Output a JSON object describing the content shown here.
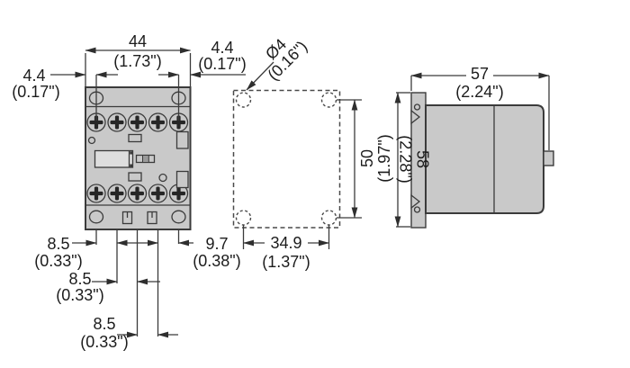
{
  "front_view": {
    "width": {
      "mm": "44",
      "inch": "(1.73\")"
    },
    "offset_left": {
      "mm": "4.4",
      "inch": "(0.17\")"
    },
    "offset_right": {
      "mm": "4.4",
      "inch": "(0.17\")"
    },
    "pitch1": {
      "mm": "8.5",
      "inch": "(0.33\")"
    },
    "pitch2": {
      "mm": "8.5",
      "inch": "(0.33\")"
    },
    "pitch3": {
      "mm": "8.5",
      "inch": "(0.33\")"
    },
    "coil_offset": {
      "mm": "9.7",
      "inch": "(0.38\")"
    }
  },
  "mounting_view": {
    "hole_dia": {
      "mm": "Ø4",
      "inch": "(0.16\")"
    },
    "hole_pitch_v": {
      "mm": "50",
      "inch": "(1.97\")"
    },
    "hole_pitch_h": {
      "mm": "34.9",
      "inch": "(1.37\")"
    }
  },
  "side_view": {
    "depth": {
      "mm": "57",
      "inch": "(2.24\")"
    },
    "height": {
      "mm": "58",
      "inch": "(2.28\")"
    }
  }
}
